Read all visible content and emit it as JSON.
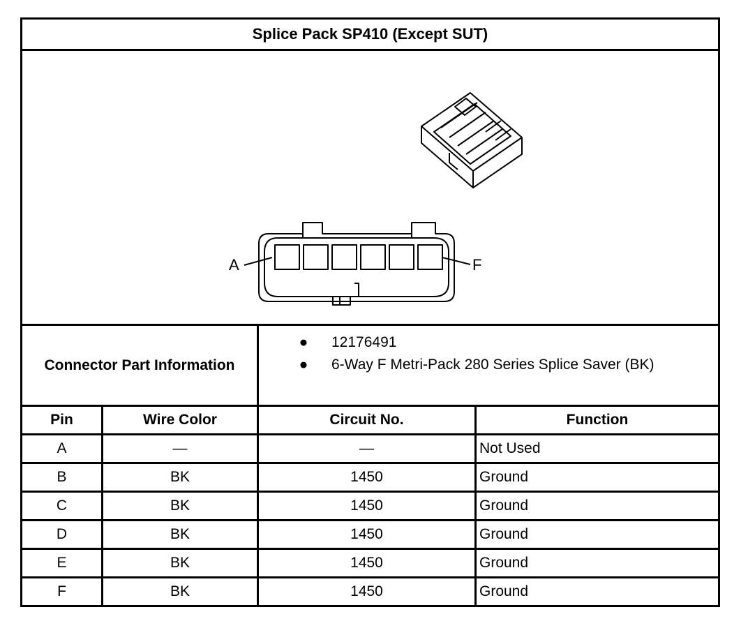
{
  "title": "Splice Pack SP410 (Except SUT)",
  "diagram": {
    "label_left": "A",
    "label_right": "F"
  },
  "connector_part_information": {
    "label": "Connector Part Information",
    "items": [
      "12176491",
      "6-Way F Metri-Pack 280 Series Splice Saver (BK)"
    ]
  },
  "pin_table": {
    "headers": [
      "Pin",
      "Wire Color",
      "Circuit No.",
      "Function"
    ],
    "rows": [
      [
        "A",
        "—",
        "—",
        "Not Used"
      ],
      [
        "B",
        "BK",
        "1450",
        "Ground"
      ],
      [
        "C",
        "BK",
        "1450",
        "Ground"
      ],
      [
        "D",
        "BK",
        "1450",
        "Ground"
      ],
      [
        "E",
        "BK",
        "1450",
        "Ground"
      ],
      [
        "F",
        "BK",
        "1450",
        "Ground"
      ]
    ]
  }
}
